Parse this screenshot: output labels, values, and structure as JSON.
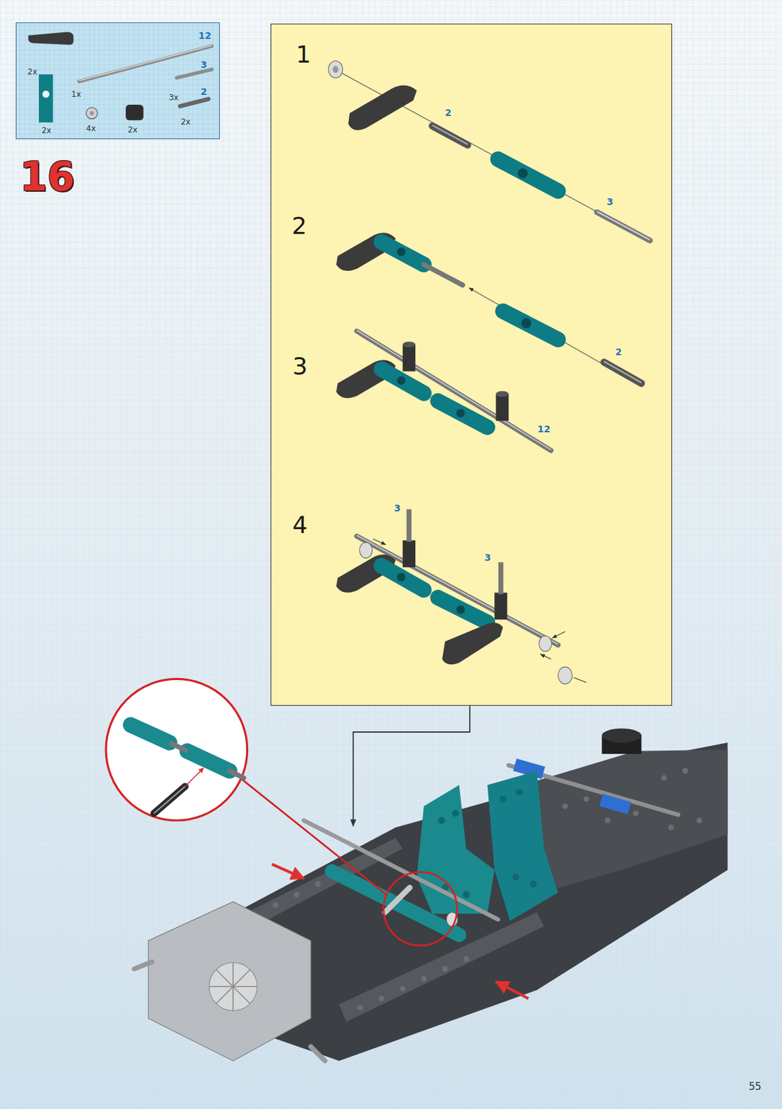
{
  "diagram": {
    "nodes": [
      {
        "text": [
          "12",
          "2x",
          "3",
          "1x",
          "3x",
          "2",
          "2x",
          "4x",
          "2x",
          "2x"
        ]
      },
      {
        "text": [
          "1",
          "2",
          "3",
          "2",
          "2",
          "3",
          "12",
          "3",
          "4",
          "3"
        ]
      }
    ],
    "labels": [
      "16",
      "55"
    ]
  }
}
